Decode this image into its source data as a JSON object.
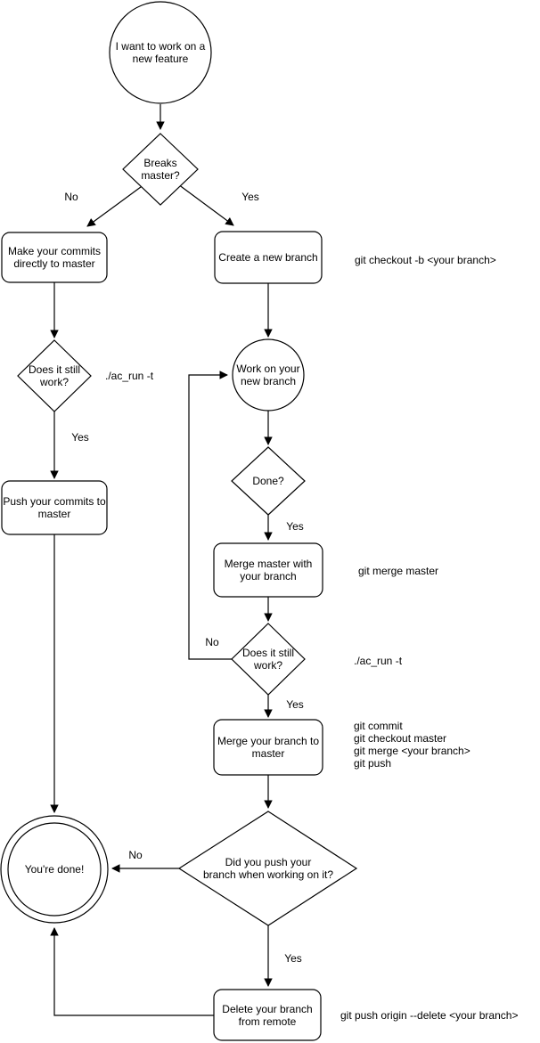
{
  "diagram": {
    "title": "git feature workflow flowchart",
    "colors": {
      "stroke": "#000000",
      "fill": "#ffffff",
      "background": "#ffffff",
      "text": "#000000"
    },
    "nodes": {
      "start": "I want to work on a\nnew feature",
      "breaks_master": "Breaks\nmaster?",
      "make_commits": "Make your commits\ndirectly to master",
      "create_branch": "Create a new branch",
      "still_work_left": "Does it still\nwork?",
      "push_commits": "Push your commits to\nmaster",
      "work_branch": "Work on your\nnew branch",
      "done_q": "Done?",
      "merge_master": "Merge master with\nyour branch",
      "still_work_right": "Does it still\nwork?",
      "merge_branch": "Merge your branch to\nmaster",
      "did_push": "Did you push your\nbranch when working on it?",
      "youre_done": "You're done!",
      "delete_branch": "Delete your branch\nfrom remote"
    },
    "edge_labels": {
      "breaks_no": "No",
      "breaks_yes": "Yes",
      "still_left_yes": "Yes",
      "done_yes": "Yes",
      "still_right_no": "No",
      "still_right_yes": "Yes",
      "did_push_no": "No",
      "did_push_yes": "Yes"
    },
    "commands": {
      "checkout": "git checkout -b <your branch>",
      "acrun_left": "./ac_run -t",
      "merge_master": "git merge master",
      "acrun_right": "./ac_run -t",
      "merge_branch": [
        "git commit",
        "git checkout master",
        "git merge <your branch>",
        "git push"
      ],
      "delete_remote": "git push origin --delete <your branch>"
    }
  }
}
